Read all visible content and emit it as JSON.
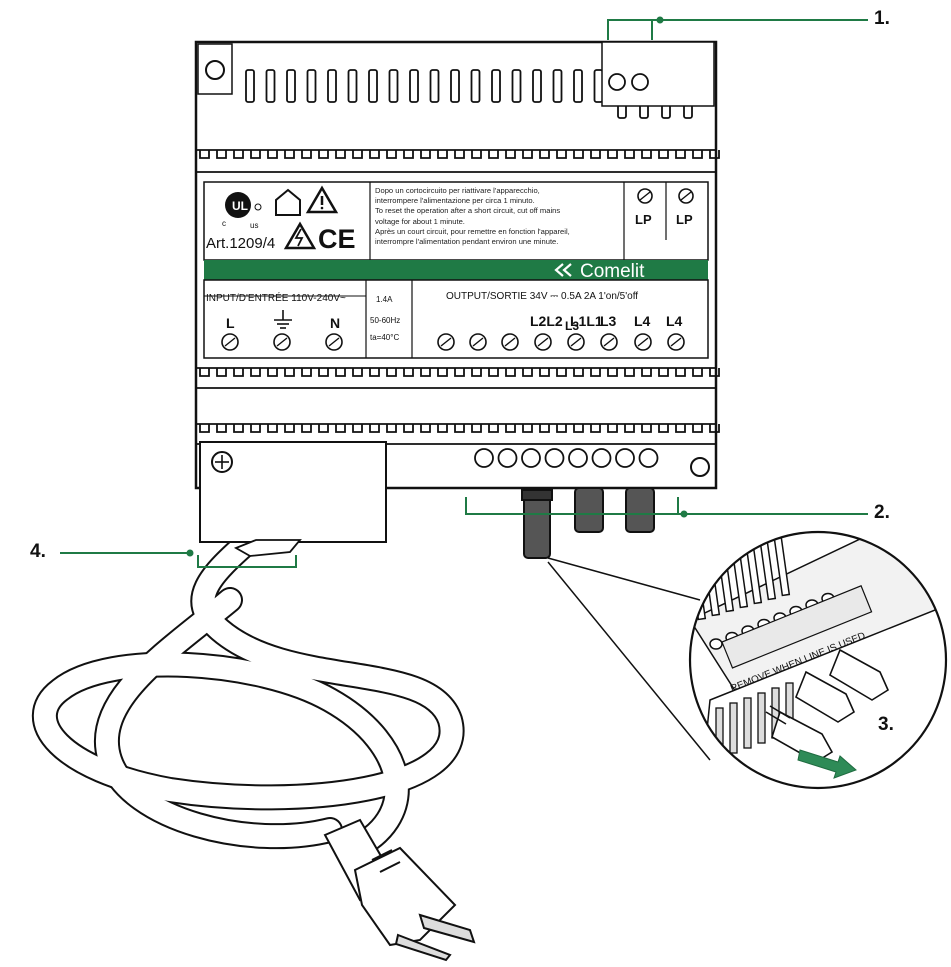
{
  "callouts": {
    "c1": "1.",
    "c2": "2.",
    "c3": "3.",
    "c4": "4."
  },
  "label_panel": {
    "article": "Art.1209/4",
    "ul_c": "c",
    "ul_us": "us",
    "ce_mark": "CE",
    "warning_lines": [
      "Dopo un cortocircuito per riattivare l'apparecchio,",
      "interrompere l'alimentazione per circa 1 minuto.",
      "To reset the operation after a short circuit, cut off mains",
      "voltage for about 1 minute.",
      "Après un court circuit, pour remettre en fonction l'appareil,",
      "interrompre l'alimentation pendant environ une minute."
    ],
    "lp_left": "LP",
    "lp_right": "LP",
    "brand": "Comelit"
  },
  "terminals": {
    "input_label": "INPUT/D'ENTRÉE 110V-240V~",
    "rating_lines": [
      "1.4A",
      "50-60Hz",
      "ta=40°C"
    ],
    "output_label": "OUTPUT/SORTIE 34V ⎓ 0.5A   2A 1'on/5'off",
    "input_terms": [
      "L",
      "N"
    ],
    "output_terms": [
      "L2L2",
      "L1L1",
      "L3",
      "L4",
      "L4"
    ],
    "overlap_label": "L3"
  },
  "inset": {
    "remove_text": "REMOVE WHEN LINE IS USED"
  },
  "colors": {
    "accent_green": "#1f7a45",
    "line": "#111111"
  }
}
